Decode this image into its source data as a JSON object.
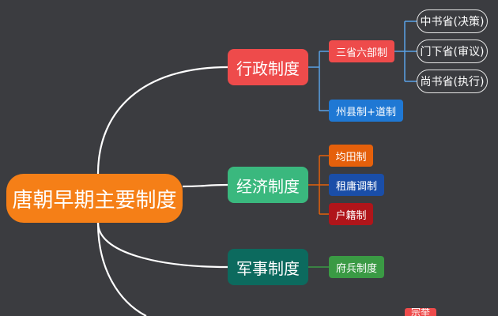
{
  "mindmap": {
    "root": "唐朝早期主要制度",
    "branches": [
      {
        "label": "行政制度",
        "color": "#ee4b4b",
        "children": [
          {
            "label": "三省六部制",
            "color": "#ee4b4b",
            "children": [
              "中书省(决策)",
              "门下省(审议)",
              "尚书省(执行)"
            ]
          },
          {
            "label": "州县制+道制",
            "color": "#1f78d4"
          }
        ]
      },
      {
        "label": "经济制度",
        "color": "#3ab87e",
        "children": [
          {
            "label": "均田制",
            "color": "#e5600b"
          },
          {
            "label": "租庸调制",
            "color": "#1a4ea8"
          },
          {
            "label": "户籍制",
            "color": "#b0151a"
          }
        ]
      },
      {
        "label": "军事制度",
        "color": "#0c6a5e",
        "children": [
          {
            "label": "府兵制度",
            "color": "#3a9a44"
          }
        ]
      }
    ],
    "partial_node": {
      "label": "宗举",
      "color": "#ee4b4b"
    }
  }
}
